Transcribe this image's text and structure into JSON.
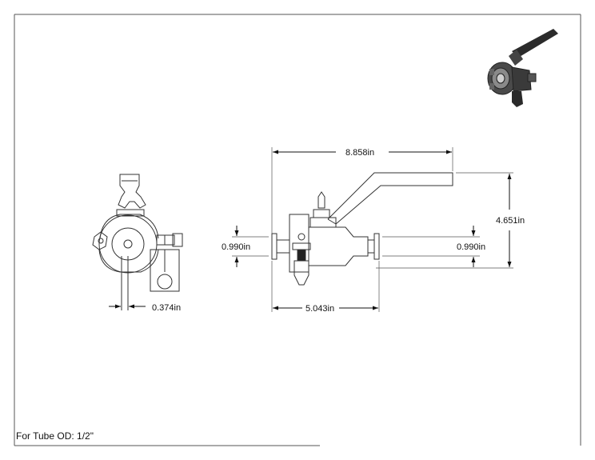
{
  "dimensions": {
    "overall_length": "8.858in",
    "overall_height": "4.651in",
    "body_length": "5.043in",
    "left_port": "0.990in",
    "right_port": "0.990in",
    "offset": "0.374in"
  },
  "note": "For Tube OD: 1/2\"",
  "colors": {
    "line": "#333333",
    "frame": "#555555",
    "render_body": "#3a3a3a"
  },
  "icons": [
    "valve-3d-render"
  ]
}
